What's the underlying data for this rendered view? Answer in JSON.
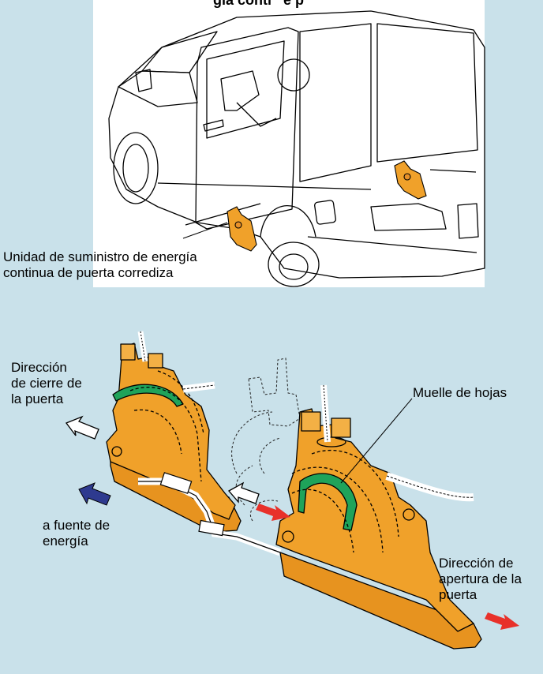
{
  "header_fragment": "gía conti   e p",
  "labels": {
    "power_supply_unit": "Unidad de suministro de energía\ncontinua de puerta corrediza",
    "closing_direction": "Dirección\nde cierre de\nla puerta",
    "leaf_spring": "Muelle de hojas",
    "power_source": "a fuente de\nenergía",
    "opening_direction": "Dirección de\napertura de la\npuerta"
  },
  "colors": {
    "background": "#c9e1ea",
    "part_orange": "#f0a12a",
    "spring_green": "#1fa35a",
    "arrow_red": "#e8312a",
    "arrow_blue": "#2e3a8f",
    "line": "#000000"
  }
}
